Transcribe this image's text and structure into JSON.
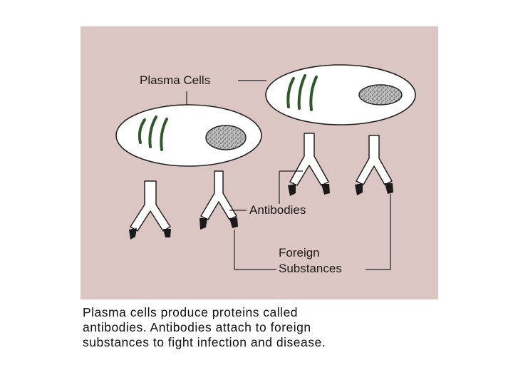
{
  "labels": {
    "plasma_cells": "Plasma Cells",
    "antibodies": "Antibodies",
    "foreign_line1": "Foreign",
    "foreign_line2": "Substances"
  },
  "caption": {
    "line1": "Plasma cells produce proteins called",
    "line2": "antibodies. Antibodies attach to foreign",
    "line3": "substances to fight infection and disease."
  },
  "colors": {
    "panel_background": "#dcc6c3",
    "cell_fill": "#ffffff",
    "organelle_green": "#2e5a2a",
    "nucleus_fill": "#a8a8a8",
    "foreign_substance": "#1a1a1a"
  }
}
